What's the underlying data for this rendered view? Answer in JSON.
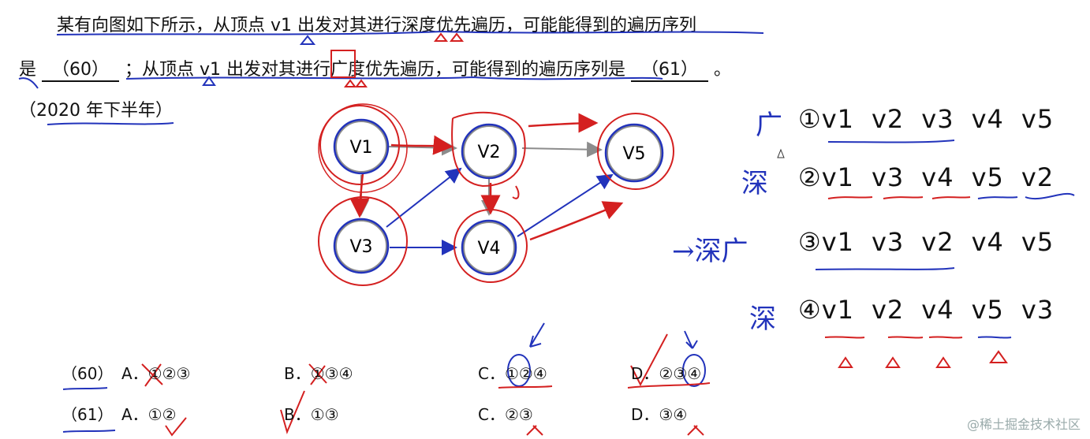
{
  "question": {
    "line1": "某有向图如下所示，从顶点 v1 出发对其进行深度优先遍历，可能能得到的遍历序列",
    "line2_prefix": "是",
    "blank60": "（60）",
    "line2_mid": "；从顶点 v1 出发对其进行广度优先遍历，可能得到的遍历序列是",
    "blank61": "（61）",
    "line2_end": "。",
    "source": "（2020 年下半年）"
  },
  "graph": {
    "nodes": [
      "V1",
      "V2",
      "V3",
      "V4",
      "V5"
    ],
    "edges": [
      [
        "V1",
        "V2"
      ],
      [
        "V1",
        "V3"
      ],
      [
        "V2",
        "V4"
      ],
      [
        "V2",
        "V5"
      ],
      [
        "V3",
        "V2"
      ],
      [
        "V3",
        "V4"
      ],
      [
        "V4",
        "V5"
      ]
    ]
  },
  "sequences": [
    {
      "mark": "①",
      "items": [
        "v1",
        "v2",
        "v3",
        "v4",
        "v5"
      ]
    },
    {
      "mark": "②",
      "items": [
        "v1",
        "v3",
        "v4",
        "v5",
        "v2"
      ]
    },
    {
      "mark": "③",
      "items": [
        "v1",
        "v3",
        "v2",
        "v4",
        "v5"
      ]
    },
    {
      "mark": "④",
      "items": [
        "v1",
        "v2",
        "v4",
        "v5",
        "v3"
      ]
    }
  ],
  "annotations": {
    "guang": "广",
    "shen": "深",
    "shen_guang": "→深广"
  },
  "options": {
    "q60": {
      "label": "（60）",
      "A": "A．①②③",
      "B": "B．①③④",
      "C": "C．①②④",
      "D": "D．②③④"
    },
    "q61": {
      "label": "（61）",
      "A": "A．①②",
      "B": "B．①③",
      "C": "C．②③",
      "D": "D．③④"
    }
  },
  "watermark": "@稀土掘金技术社区",
  "colors": {
    "ink": "#111111",
    "blue": "#2233bb",
    "red": "#d42020",
    "gray": "#8c8c8c"
  }
}
